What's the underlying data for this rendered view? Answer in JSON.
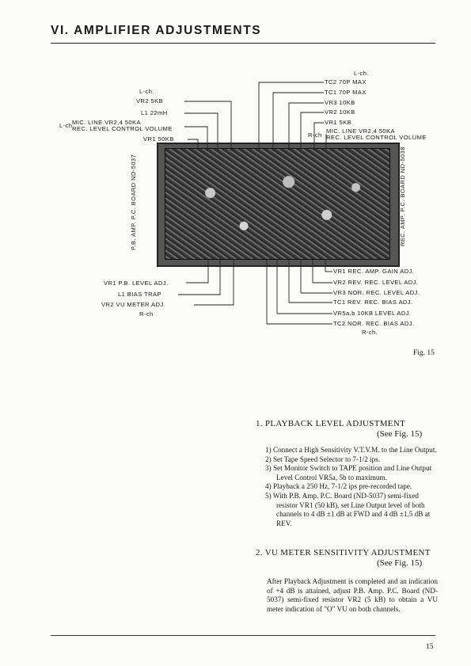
{
  "header": {
    "title": "VI. AMPLIFIER ADJUSTMENTS"
  },
  "figure": {
    "caption": "Fig. 15",
    "board_left": "P.B. AMP. P.C. BOARD ND-5037",
    "board_right": "REC. AMP. P.C. BOARD ND-5038",
    "top_left": {
      "channel": "L-ch.",
      "vr2": "VR2 5KB",
      "l1": "L1 22mH",
      "mic_line_prefix": "L-ch",
      "mic_line_1": "MIC. LINE  VR2,4  50KA",
      "mic_line_2": "REC. LEVEL CONTROL  VOLUME",
      "vr1": "VR1  50KB"
    },
    "top_right": {
      "channel": "L-ch.",
      "tc2": "TC2  70P MAX",
      "tc1": "TC1  70P MAX",
      "vr3": "VR3  10KB",
      "vr2": "VR2  10KB",
      "vr1": "VR1  5KB",
      "mic_line_prefix": "R-ch",
      "mic_line_1": "MIC. LINE  VR2,4  50KA",
      "mic_line_2": "REC. LEVEL CONTROL VOLUME"
    },
    "bottom_left": {
      "vr1": "VR1 P.B. LEVEL ADJ.",
      "l1": "L1  BIAS TRAP",
      "vr2": "VR2  VU METER ADJ.",
      "channel": "R-ch"
    },
    "bottom_right": {
      "vr1": "VR1  REC. AMP. GAIN  ADJ.",
      "vr2": "VR2  REV. REC. LEVEL ADJ.",
      "vr3": "VR3  NOR. REC. LEVEL ADJ.",
      "tc1": "TC1  REV. REC. BIAS  ADJ.",
      "vr5": "VR5a,b  10KB  LEVEL  ADJ.",
      "tc2": "TC2  NOR. REC. BIAS  ADJ.",
      "channel": "R-ch."
    }
  },
  "section1": {
    "title": "1. PLAYBACK LEVEL ADJUSTMENT",
    "see": "(See Fig. 15)",
    "steps": [
      "1) Connect a High Sensitivity V.T.V.M. to the Line Output.",
      "2) Set Tape Speed Selector to 7-1/2 ips.",
      "3) Set Monitor Switch to TAPE position and Line Output Level Control VR5a, 5b to maximum.",
      "4) Playback a 250 Hz, 7-1/2 ips pre-recorded tape.",
      "5) With P.B. Amp. P.C. Board (ND-5037) semi-fixed resistor VR1 (50 kB), set Line Output level of both channels to 4 dB ±1 dB at FWD and 4 dB ±1.5 dB at REV."
    ]
  },
  "section2": {
    "title": "2. VU METER SENSITIVITY ADJUSTMENT",
    "see": "(See Fig. 15)",
    "body": "After Playback Adjustment is completed and an indication of +4 dB is attained, adjust P.B. Amp. P.C. Board (ND-5037) semi-fixed resistor VR2 (5 kB) to obtain a VU meter indication of \"O\" VU on both channels."
  },
  "footer": {
    "page_number": "15"
  }
}
